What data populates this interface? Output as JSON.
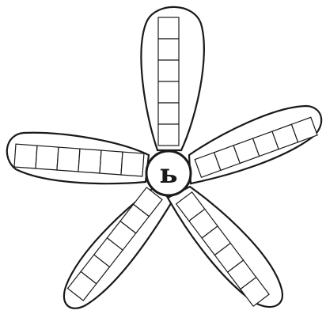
{
  "center_letter": "ь",
  "petals": [
    {
      "name": "top",
      "cells": 6
    },
    {
      "name": "right",
      "cells": 6
    },
    {
      "name": "left",
      "cells": 6
    },
    {
      "name": "bottom-left",
      "cells": 6
    },
    {
      "name": "bottom-right",
      "cells": 6
    }
  ],
  "colors": {
    "stroke": "#1a1a1a",
    "fill": "#ffffff"
  }
}
